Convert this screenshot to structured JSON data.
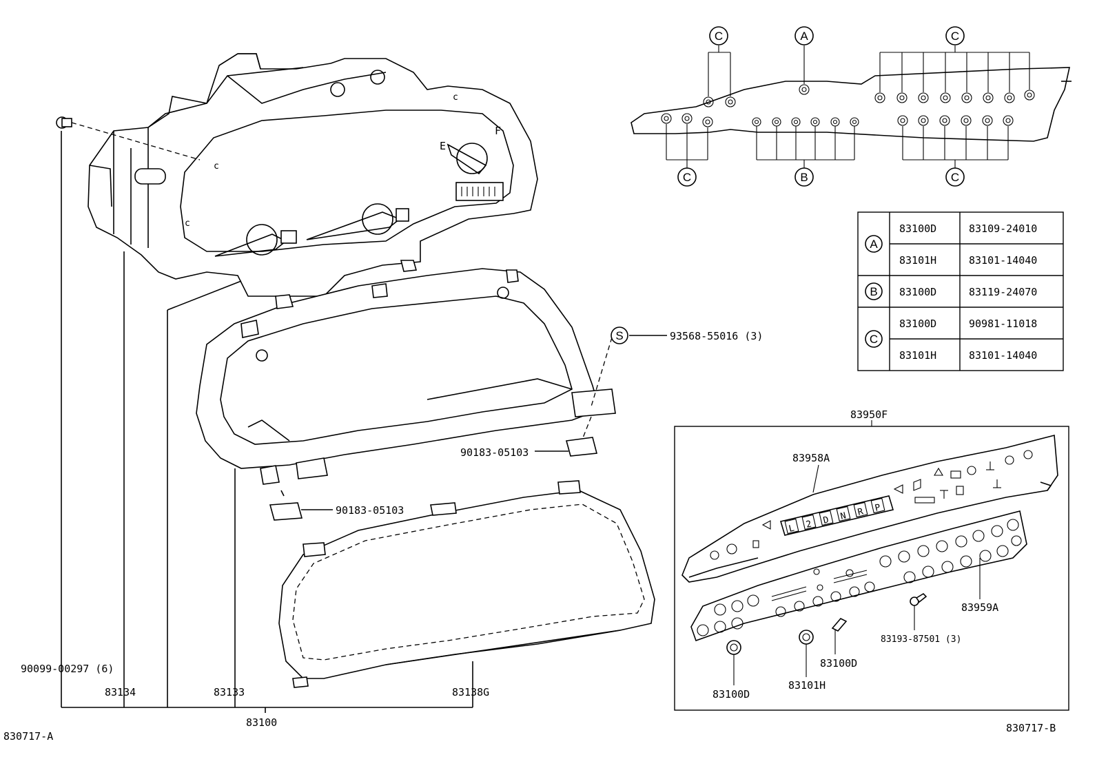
{
  "parts": {
    "p83100": "83100",
    "p83134": "83134",
    "p83133": "83133",
    "p83138g": "83138G",
    "p90099": "90099-00297 (6)",
    "p93568": "93568-55016 (3)",
    "p90183a": "90183-05103",
    "p90183b": "90183-05103",
    "p83950f": "83950F",
    "p83958a": "83958A",
    "p83959a": "83959A",
    "p83193": "83193-87501 (3)",
    "p83100d_a": "83100D",
    "p83100d_b": "83100D",
    "p83101h": "83101H"
  },
  "callouts": {
    "s": "S",
    "a": "A",
    "b": "B",
    "c": "C"
  },
  "refs": {
    "left": "830717-A",
    "right": "830717-B"
  },
  "legend": {
    "rows": [
      {
        "key": "A",
        "items": [
          [
            "83100D",
            "83109-24010"
          ],
          [
            "83101H",
            "83101-14040"
          ]
        ]
      },
      {
        "key": "B",
        "items": [
          [
            "83100D",
            "83119-24070"
          ]
        ]
      },
      {
        "key": "C",
        "items": [
          [
            "83100D",
            "90981-11018"
          ],
          [
            "83101H",
            "83101-14040"
          ]
        ]
      }
    ]
  },
  "gauge_marks": {
    "e": "E",
    "f": "F"
  },
  "shift": [
    "L",
    "2",
    "D",
    "N",
    "R",
    "P"
  ]
}
